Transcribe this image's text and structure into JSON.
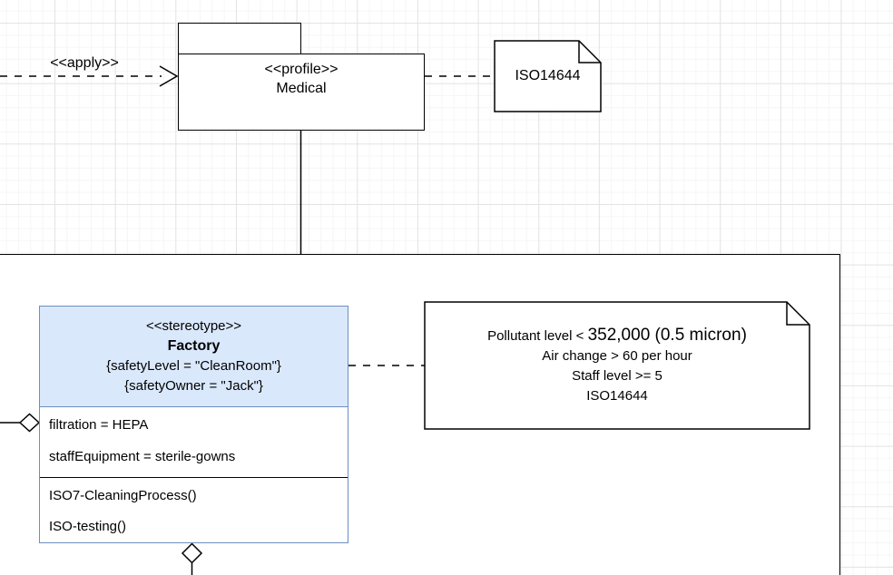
{
  "apply_edge": {
    "label": "<<apply>>"
  },
  "profile_package": {
    "stereotype": "<<profile>>",
    "name": "Medical"
  },
  "iso_note": {
    "text": "ISO14644"
  },
  "factory_class": {
    "stereotype": "<<stereotype>>",
    "name": "Factory",
    "tagged_values": [
      "{safetyLevel = \"CleanRoom\"}",
      "{safetyOwner = \"Jack\"}"
    ],
    "attributes": [
      "filtration = HEPA",
      "staffEquipment = sterile-gowns"
    ],
    "operations": [
      "ISO7-CleaningProcess()",
      "ISO-testing()"
    ],
    "fill": "#dae8fc",
    "border": "#6c8ebf"
  },
  "constraint_note": {
    "line1_prefix": "Pollutant level < ",
    "line1_value": "352,000 (0.5 micron)",
    "line2": "Air change > 60 per hour",
    "line3": "Staff level >= 5",
    "line4": "ISO14644"
  }
}
